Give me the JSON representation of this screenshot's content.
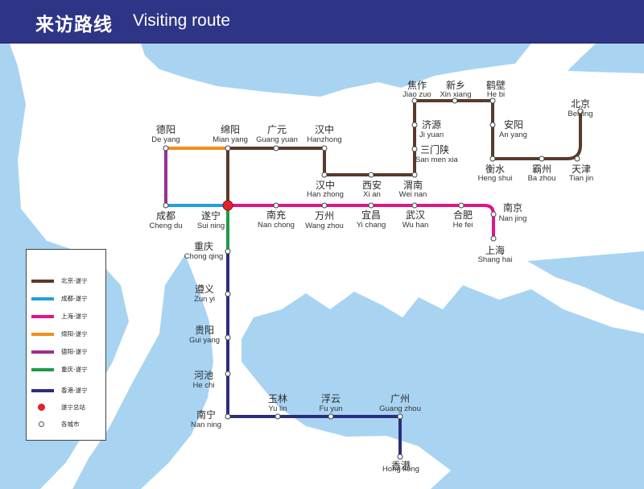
{
  "header": {
    "title_zh": "来访路线",
    "title_en": "Visiting route",
    "background": "#2e3486"
  },
  "colors": {
    "water": "#a8d4f2",
    "beijing": "#5a3a2a",
    "chengdu": "#20a0e0",
    "shanghai": "#e0158a",
    "mianyang": "#f0901c",
    "deyang": "#9a2e96",
    "chongqing": "#1f9a4a",
    "hongkong": "#2a2e7e",
    "hub": "#e62129"
  },
  "legend": [
    {
      "label": "北京-遂宁",
      "color": "#5a3a2a"
    },
    {
      "label": "成都-遂宁",
      "color": "#20a0e0"
    },
    {
      "label": "上海-遂宁",
      "color": "#e0158a"
    },
    {
      "label": "绵阳-遂宁",
      "color": "#f0901c"
    },
    {
      "label": "德阳-遂宁",
      "color": "#9a2e96"
    },
    {
      "label": "重庆-遂宁",
      "color": "#1f9a4a"
    },
    {
      "label": "香港-遂宁",
      "color": "#2a2e7e"
    },
    {
      "label": "遂宁总站",
      "marker": "hub"
    },
    {
      "label": "各城市",
      "marker": "city"
    }
  ],
  "stations": {
    "suining": {
      "zh": "遂宁",
      "en": "Sui ning"
    },
    "chengdu": {
      "zh": "成都",
      "en": "Cheng du"
    },
    "deyang": {
      "zh": "德阳",
      "en": "De yang"
    },
    "mianyang": {
      "zh": "绵阳",
      "en": "Mian yang"
    },
    "guangyuan": {
      "zh": "广元",
      "en": "Guang yuan"
    },
    "hanzhong1": {
      "zh": "汉中",
      "en": "Hanzhong"
    },
    "hanzhong2": {
      "zh": "汉中",
      "en": "Han zhong"
    },
    "xian": {
      "zh": "西安",
      "en": "Xi an"
    },
    "weinan": {
      "zh": "渭南",
      "en": "Wei nan"
    },
    "sanmenxia": {
      "zh": "三门陕",
      "en": "San men xia"
    },
    "jiyuan": {
      "zh": "济源",
      "en": "Ji yuan"
    },
    "jiaozuo": {
      "zh": "焦作",
      "en": "Jiao zuo"
    },
    "xinxiang": {
      "zh": "新乡",
      "en": "Xin xiang"
    },
    "hebi": {
      "zh": "鹤壁",
      "en": "He bi"
    },
    "anyang": {
      "zh": "安阳",
      "en": "An yang"
    },
    "hengshui": {
      "zh": "衡水",
      "en": "Heng shui"
    },
    "bazhou": {
      "zh": "霸州",
      "en": "Ba zhou"
    },
    "tianjin": {
      "zh": "天津",
      "en": "Tian jin"
    },
    "beijing": {
      "zh": "北京",
      "en": "Bei jing"
    },
    "nanchong": {
      "zh": "南充",
      "en": "Nan chong"
    },
    "wanzhou": {
      "zh": "万州",
      "en": "Wang zhou"
    },
    "yichang": {
      "zh": "宜昌",
      "en": "Yi chang"
    },
    "wuhan": {
      "zh": "武汉",
      "en": "Wu han"
    },
    "hefei": {
      "zh": "合肥",
      "en": "He fei"
    },
    "nanjing": {
      "zh": "南京",
      "en": "Nan jing"
    },
    "shanghai": {
      "zh": "上海",
      "en": "Shang hai"
    },
    "chongqing": {
      "zh": "重庆",
      "en": "Chong qing"
    },
    "zunyi": {
      "zh": "遵义",
      "en": "Zun yi"
    },
    "guiyang": {
      "zh": "贵阳",
      "en": "Gui yang"
    },
    "hechi": {
      "zh": "河池",
      "en": "He chi"
    },
    "nanning": {
      "zh": "南宁",
      "en": "Nan ning"
    },
    "yulin": {
      "zh": "玉林",
      "en": "Yu lin"
    },
    "fuyun": {
      "zh": "浮云",
      "en": "Fu yun"
    },
    "guangzhou": {
      "zh": "广州",
      "en": "Guang zhou"
    },
    "hongkong": {
      "zh": "香港",
      "en": "Hong kong"
    }
  }
}
